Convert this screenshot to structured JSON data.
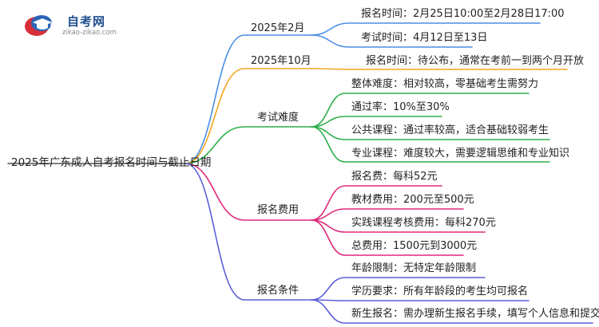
{
  "logo": {
    "name": "自考网",
    "url": "zikao-zikao.com"
  },
  "root": "2025年广东成人自考报名时间与截止日期",
  "branches": [
    {
      "label": "2025年2月",
      "color": "#4a8ee6",
      "children": [
        "报名时间：2月25日10:00至2月28日17:00",
        "考试时间：4月12日至13日"
      ]
    },
    {
      "label": "2025年10月",
      "color": "#f2a51e",
      "children": [
        "报名时间：待公布，通常在考前一到两个月开放"
      ]
    },
    {
      "label": "考试难度",
      "color": "#2fae4a",
      "children": [
        "整体难度：相对较高，零基础考生需努力",
        "通过率：10%至30%",
        "公共课程：通过率较高，适合基础较弱考生",
        "专业课程：难度较大，需要逻辑思维和专业知识"
      ]
    },
    {
      "label": "报名费用",
      "color": "#e0287a",
      "children": [
        "报名费：每科52元",
        "教材费用：200元至500元",
        "实践课程考核费用：每科270元",
        "总费用：1500元到3000元"
      ]
    },
    {
      "label": "报名条件",
      "color": "#5b5fd6",
      "children": [
        "年龄限制：无特定年龄限制",
        "学历要求：所有年龄段的考生均可报名",
        "新生报名：需办理新生报名手续，填写个人信息和提交材料"
      ]
    }
  ]
}
